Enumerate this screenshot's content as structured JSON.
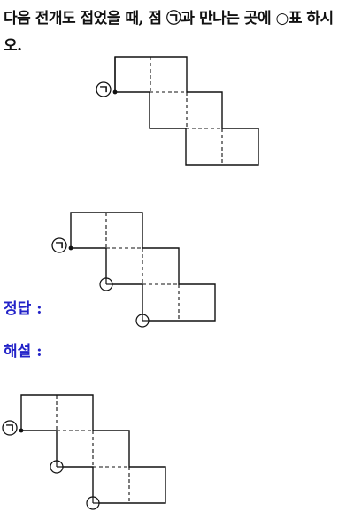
{
  "question": {
    "text": "다음 전개도 접었을 때, 점 ㉠과 만나는 곳에 ○표 하시오."
  },
  "point_label": "ㄱ",
  "answer": {
    "label": "정답 :"
  },
  "explanation": {
    "label": "해설 :"
  }
}
